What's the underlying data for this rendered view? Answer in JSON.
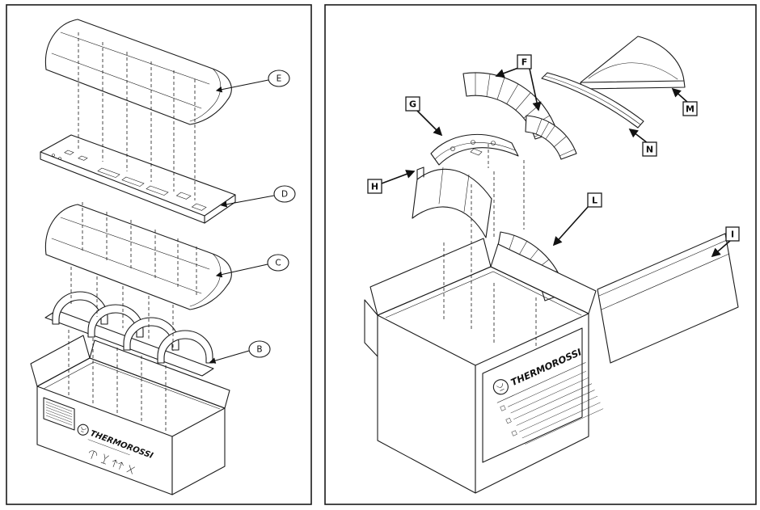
{
  "diagram": {
    "panel_left": {
      "callouts": {
        "e": "E",
        "d": "D",
        "c": "C",
        "b": "B"
      }
    },
    "panel_right": {
      "callouts": {
        "f": "F",
        "g": "G",
        "h": "H",
        "l": "L",
        "m": "M",
        "n": "N",
        "i": "I"
      }
    },
    "brand": {
      "name": "THERMOROSSI"
    }
  }
}
